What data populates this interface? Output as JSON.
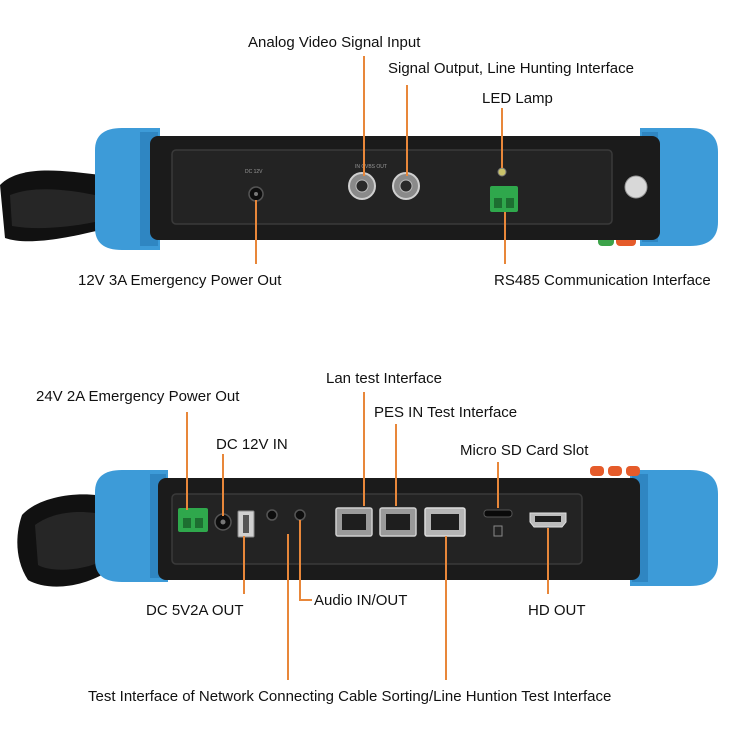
{
  "top_panel": {
    "labels": {
      "analog_video_input": "Analog Video Signal Input",
      "signal_output": "Signal Output, Line Hunting Interface",
      "led_lamp": "LED Lamp",
      "power_12v": "12V 3A Emergency Power Out",
      "rs485": "RS485 Communication Interface"
    }
  },
  "bottom_panel": {
    "labels": {
      "power_24v": "24V 2A Emergency Power Out",
      "dc_12v_in": "DC 12V IN",
      "lan_test": "Lan test Interface",
      "pes_in": "PES IN Test Interface",
      "micro_sd": "Micro SD Card Slot",
      "dc_5v": "DC 5V2A OUT",
      "audio": "Audio IN/OUT",
      "hd_out": "HD OUT",
      "network_test": "Test Interface of Network Connecting Cable Sorting/Line Huntion Test Interface"
    }
  },
  "colors": {
    "leader": "#e8873a",
    "bumper": "#3d9bd8",
    "body": "#1b1b1b"
  }
}
